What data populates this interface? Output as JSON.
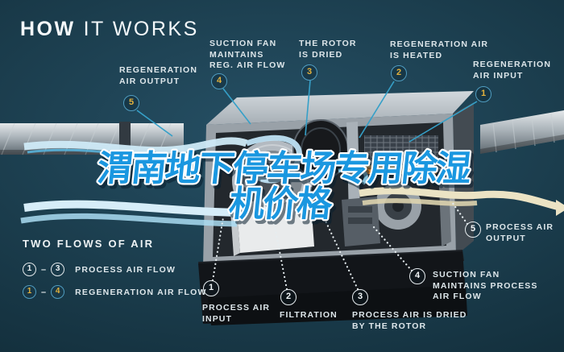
{
  "header": {
    "title_bold": "HOW",
    "title_rest": "IT WORKS"
  },
  "overlay": {
    "line1": "渭南地下停车场专用除湿",
    "line2": "机价格"
  },
  "callouts_top": [
    {
      "num": "5",
      "line1": "REGENERATION",
      "line2": "AIR OUTPUT"
    },
    {
      "num": "4",
      "line1": "SUCTION FAN",
      "line2": "MAINTAINS",
      "line3": "REG. AIR FLOW"
    },
    {
      "num": "3",
      "line1": "THE ROTOR",
      "line2": "IS DRIED"
    },
    {
      "num": "2",
      "line1": "REGENERATION AIR",
      "line2": "IS HEATED"
    },
    {
      "num": "1",
      "line1": "REGENERATION",
      "line2": "AIR INPUT"
    }
  ],
  "callouts_bottom": [
    {
      "num": "1",
      "line1": "PROCESS AIR",
      "line2": "INPUT"
    },
    {
      "num": "2",
      "line1": "FILTRATION"
    },
    {
      "num": "3",
      "line1": "PROCESS AIR IS DRIED",
      "line2": "BY THE ROTOR"
    },
    {
      "num": "4",
      "line1": "SUCTION FAN",
      "line2": "MAINTAINS PROCESS",
      "line3": "AIR FLOW"
    },
    {
      "num": "5",
      "line1": "PROCESS AIR",
      "line2": "OUTPUT"
    }
  ],
  "legend": {
    "heading": "TWO FLOWS OF AIR",
    "rows": [
      {
        "from": "1",
        "to": "3",
        "separator": "–",
        "label": "PROCESS AIR FLOW",
        "type": "process"
      },
      {
        "from": "1",
        "to": "4",
        "separator": "–",
        "label": "REGENERATION AIR FLOW",
        "type": "regeneration"
      }
    ]
  },
  "colors": {
    "background": "#16323f",
    "accent_cyan": "#35a0c8",
    "badge_yellow": "#e3b23c",
    "badge_blue_border": "#4f9cc0",
    "badge_white": "#e6ecef",
    "overlay_blue": "#1a97e0",
    "overlay_outline": "#ffffff",
    "heater_orange": "#f08a2a",
    "ribbon_blue": "#cfeaf7",
    "ribbon_cream": "#ebe3c4"
  }
}
